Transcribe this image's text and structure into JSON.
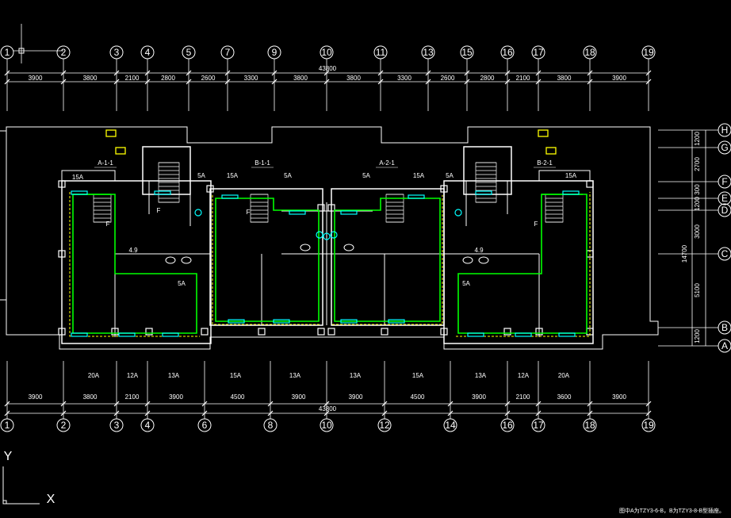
{
  "drawing": {
    "colors": {
      "background": "#000000",
      "wall": "#ffffff",
      "circuit": "#00ff00",
      "fixture": "#00ffff",
      "equipment": "#ffff00",
      "dim": "#ffffff"
    },
    "top_axes": [
      "1",
      "2",
      "3",
      "4",
      "5",
      "7",
      "9",
      "10",
      "11",
      "13",
      "15",
      "16",
      "17",
      "18",
      "19"
    ],
    "bottom_axes": [
      "1",
      "2",
      "3",
      "4",
      "6",
      "8",
      "10",
      "12",
      "14",
      "16",
      "17",
      "18",
      "19"
    ],
    "right_axes": [
      "H",
      "G",
      "F",
      "E",
      "D",
      "C",
      "B",
      "A"
    ],
    "top_total": "43800",
    "top_dims": [
      "3900",
      "3800",
      "2100",
      "2800",
      "2600",
      "3300",
      "3800",
      "3800",
      "3300",
      "2600",
      "2800",
      "2100",
      "3800",
      "3900"
    ],
    "bottom_total": "43800",
    "bottom_dims": [
      "3900",
      "3800",
      "2100",
      "3900",
      "4500",
      "3900",
      "3900",
      "4500",
      "3900",
      "2100",
      "3600",
      "3900"
    ],
    "right_dims": [
      "1200",
      "2700",
      "300",
      "1200",
      "3000",
      "5100",
      "1200"
    ],
    "right_total": "14700",
    "unit_labels": [
      "A-1-1",
      "B-1-1",
      "A-2-1",
      "B-2-1"
    ],
    "top_currents": [
      "15A",
      "5A",
      "15A",
      "5A",
      "5A",
      "15A",
      "5A",
      "15A"
    ],
    "mid_currents": [
      "5A",
      "5A"
    ],
    "bottom_currents": [
      "20A",
      "12A",
      "13A",
      "15A",
      "13A",
      "13A",
      "15A",
      "13A",
      "12A",
      "20A"
    ],
    "stair_marks": [
      "F",
      "F",
      "F",
      "F"
    ],
    "small_labels": [
      "4.9",
      "4.9"
    ],
    "ucs": {
      "x": "X",
      "y": "Y"
    },
    "note": "图中A为TZY3-6-B，B为TZY3-8-B型插座。"
  }
}
